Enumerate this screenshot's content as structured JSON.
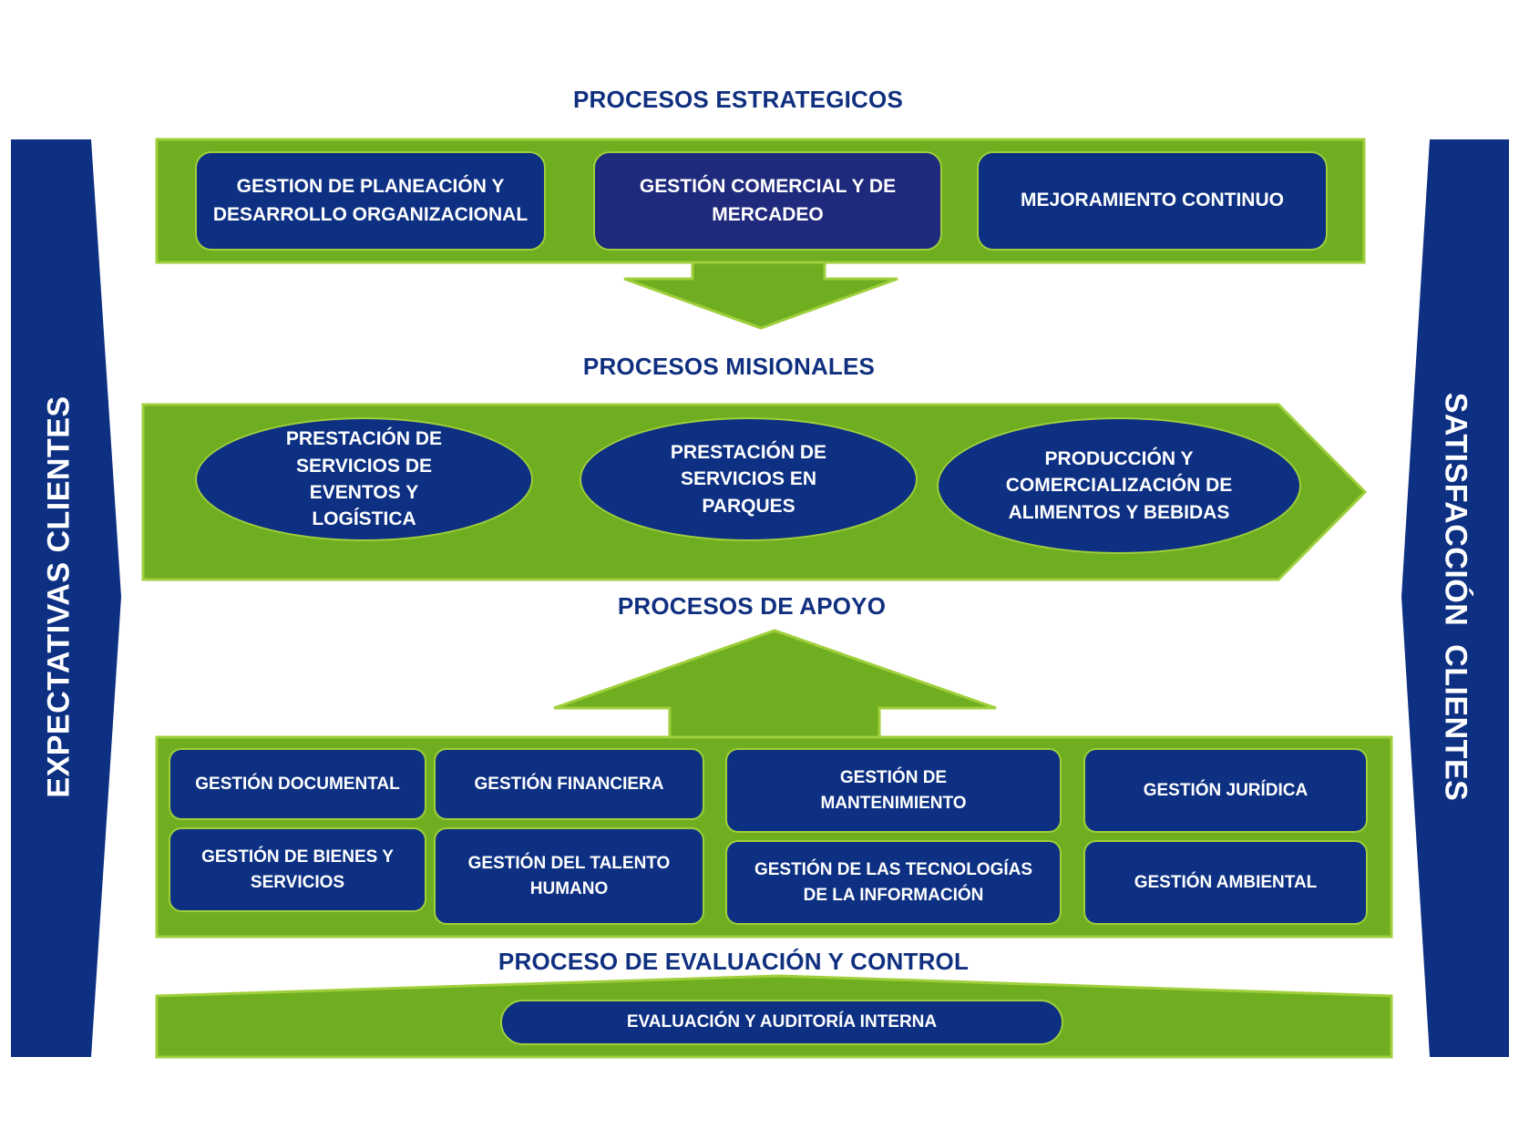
{
  "headings": {
    "strategic": "PROCESOS ESTRATEGICOS",
    "missional": "PROCESOS MISIONALES",
    "support": "PROCESOS DE APOYO",
    "evaluation": "PROCESO DE EVALUACIÓN Y CONTROL"
  },
  "side": {
    "left": "EXPECTATIVAS CLIENTES",
    "right": "SATISFACCIÓN  CLIENTES"
  },
  "strategic": [
    "GESTION DE PLANEACIÓN Y DESARROLLO ORGANIZACIONAL",
    "GESTIÓN COMERCIAL Y DE MERCADEO",
    "MEJORAMIENTO CONTINUO"
  ],
  "missional": [
    "PRESTACIÓN DE SERVICIOS DE EVENTOS Y LOGÍSTICA",
    "PRESTACIÓN DE SERVICIOS EN PARQUES",
    "PRODUCCIÓN Y COMERCIALIZACIÓN DE ALIMENTOS Y BEBIDAS"
  ],
  "support": [
    "GESTIÓN DOCUMENTAL",
    "GESTIÓN FINANCIERA",
    "GESTIÓN DE MANTENIMIENTO",
    "GESTIÓN JURÍDICA",
    "GESTIÓN DE BIENES Y SERVICIOS",
    "GESTIÓN DEL TALENTO HUMANO",
    "GESTIÓN DE LAS TECNOLOGÍAS DE LA INFORMACIÓN",
    "GESTIÓN AMBIENTAL"
  ],
  "evaluation": [
    "EVALUACIÓN Y AUDITORÍA INTERNA"
  ],
  "colors": {
    "navy": "#0d3083",
    "green": "#6fad21",
    "green_border": "#9fcf3a",
    "heading": "#10307f"
  }
}
